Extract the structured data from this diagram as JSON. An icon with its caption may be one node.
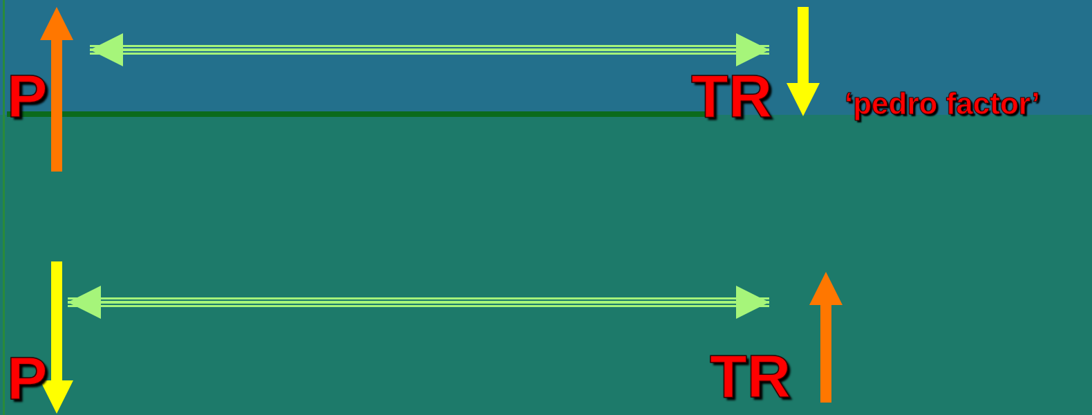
{
  "diagram": {
    "nodes": [
      {
        "text": [
          "P"
        ]
      },
      {
        "text": [
          "TR"
        ]
      },
      {
        "text": [
          "P"
        ]
      },
      {
        "text": [
          "TR"
        ]
      }
    ],
    "edges": [
      {
        "from": 0,
        "to": 1,
        "arrow": "both"
      },
      {
        "from": 2,
        "to": 3,
        "arrow": "both"
      }
    ],
    "labels": [
      "‘pedro factor’"
    ]
  }
}
